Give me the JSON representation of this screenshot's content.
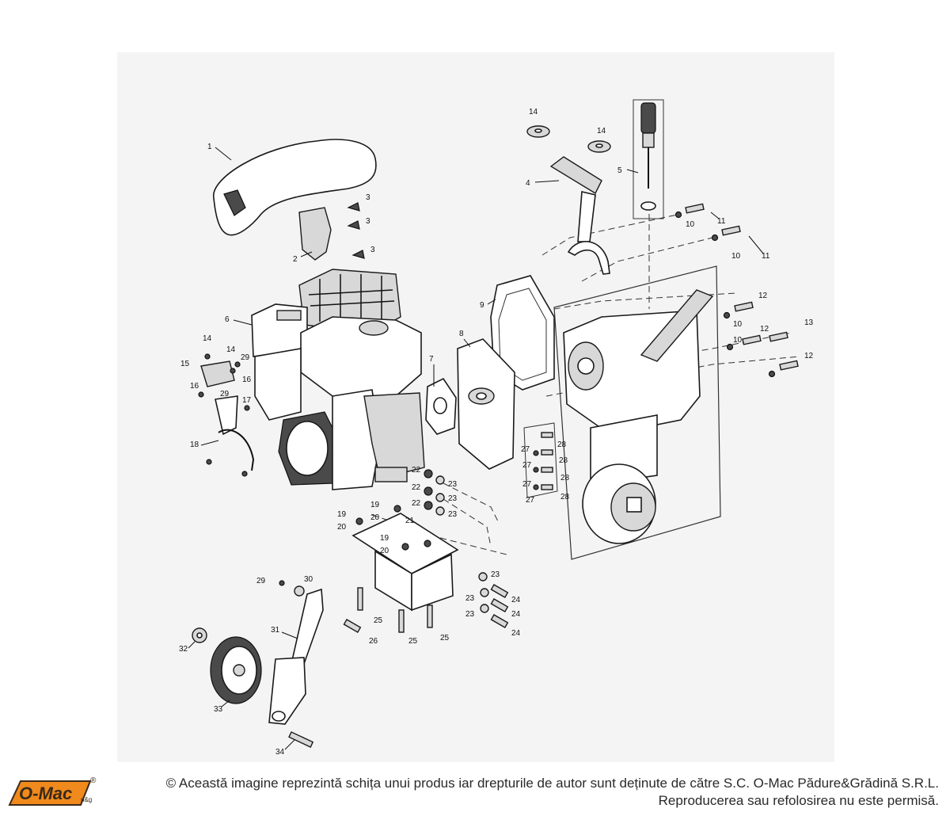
{
  "diagram": {
    "callouts": [
      "1",
      "2",
      "3",
      "3",
      "3",
      "4",
      "5",
      "6",
      "7",
      "8",
      "9",
      "10",
      "10",
      "10",
      "10",
      "11",
      "11",
      "12",
      "12",
      "12",
      "13",
      "14",
      "14",
      "14",
      "14",
      "15",
      "16",
      "16",
      "17",
      "18",
      "19",
      "19",
      "19",
      "20",
      "20",
      "20",
      "21",
      "22",
      "22",
      "22",
      "23",
      "23",
      "23",
      "23",
      "23",
      "23",
      "24",
      "24",
      "24",
      "25",
      "25",
      "25",
      "26",
      "27",
      "27",
      "27",
      "27",
      "28",
      "28",
      "28",
      "28",
      "29",
      "29",
      "29",
      "30",
      "31",
      "32",
      "33",
      "34"
    ]
  },
  "footer": {
    "logo_text": "O-Mac",
    "logo_sub": "p&g",
    "logo_mark": "®",
    "copyright_line1": "© Această imagine reprezintă schița unui produs iar drepturile de autor sunt deținute de către S.C. O-Mac Pădure&Grădină S.R.L.",
    "copyright_line2": "Reproducerea sau refolosirea nu este permisă."
  },
  "colors": {
    "logo_orange": "#f08a1c",
    "logo_dark": "#3a2a1a",
    "line": "#1a1a1a",
    "background_panel": "#f4f4f4"
  }
}
